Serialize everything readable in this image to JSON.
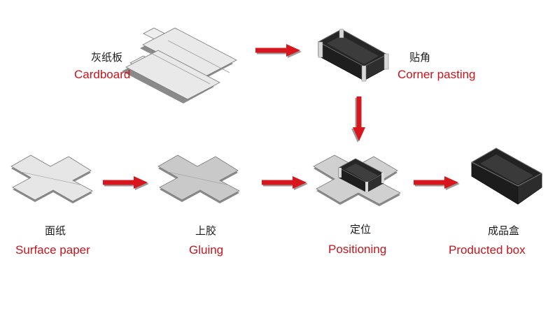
{
  "colors": {
    "label_en": "#c8141b",
    "label_cn": "#1a1a1a",
    "arrow_fill": "#d8161d",
    "arrow_shadow": "#9a9a9a",
    "paper_top": "#e6e6e6",
    "paper_edge": "#7a7a7a",
    "glue_top": "#c9c9c9",
    "box_dark": "#262626",
    "box_inner": "#3c3c3c"
  },
  "steps": {
    "cardboard": {
      "cn": "灰纸板",
      "en": "Cardboard",
      "icon": "flat-cardboard-blank-icon"
    },
    "corner": {
      "cn": "贴角",
      "en": "Corner pasting",
      "icon": "open-box-with-corner-tapes-icon"
    },
    "surface": {
      "cn": "面纸",
      "en": "Surface paper",
      "icon": "surface-paper-sheet-icon"
    },
    "gluing": {
      "cn": "上胶",
      "en": "Gluing",
      "icon": "glued-paper-sheet-icon"
    },
    "positioning": {
      "cn": "定位",
      "en": "Positioning",
      "icon": "box-on-paper-icon"
    },
    "product": {
      "cn": "成品盒",
      "en": "Producted box",
      "icon": "finished-box-icon"
    }
  }
}
